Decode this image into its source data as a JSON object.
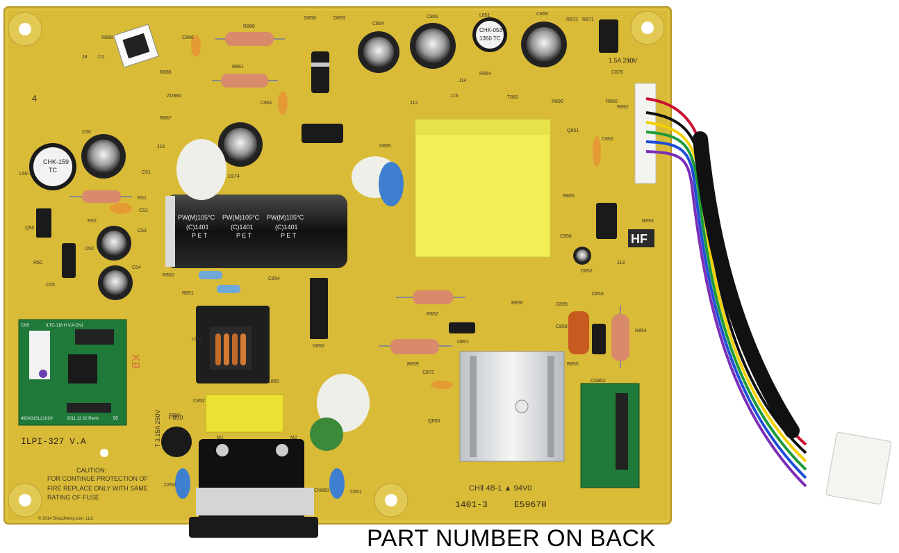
{
  "caption": "PART NUMBER ON BACK",
  "board": {
    "model": "ILPI-327 V.A",
    "corner_number": "4",
    "caution": [
      "CAUTION:",
      "FOR CONTINUE PROTECTION OF",
      "FIRE REPLACE ONLY WITH SAME",
      "RATING OF FUSE"
    ],
    "copyright": "© 2014 ShopJimmy.com, LLC",
    "cert_line": "CHⅡ 4B-1 ▲ 94V0",
    "date_code": "1401-3",
    "ul_file": "E59670",
    "hf_mark": "HF",
    "fuse_rating": "T 3.15A 250V",
    "fuse_label": "F850",
    "fuse_top": "1.5A 250V",
    "kb_mark": "KB",
    "cap_text": [
      "PW(M)105°C",
      "(C)1401",
      "P E T"
    ],
    "chokes": [
      {
        "line1": "CHK-053",
        "line2": "1350 TC"
      },
      {
        "line1": "CHK-159",
        "line2": "TC"
      }
    ],
    "daughter_board": {
      "title": "ILTC-118 H V.A CN1",
      "code": "492A01SL2101H",
      "date": "2011.12.02 RevA",
      "page": "16",
      "cn_label": "CN5"
    },
    "small_board_label": "CN852",
    "labels": [
      "D858",
      "D859",
      "C864",
      "C865",
      "L851",
      "C868",
      "R872",
      "R871",
      "J17",
      "R888",
      "C866",
      "R866",
      "R861",
      "R886",
      "ZD880",
      "R887",
      "C861",
      "J14",
      "J15",
      "T850",
      "R864",
      "C876",
      "R890",
      "R860",
      "R892",
      "J8",
      "J11",
      "C50",
      "L50-1",
      "C51",
      "R51",
      "C52",
      "R52",
      "J16",
      "C874",
      "D855",
      "Q50",
      "D50",
      "R50",
      "C55",
      "C53",
      "C54",
      "R850",
      "R851",
      "C854",
      "R852",
      "R856",
      "C899",
      "D852",
      "J13",
      "C856",
      "R865",
      "R893",
      "Q851",
      "D853",
      "C858",
      "R854",
      "D851",
      "R859",
      "C872",
      "R855",
      "Q850",
      "L852",
      "D850",
      "L850",
      "C852",
      "F850",
      "M1",
      "M2",
      "CN850",
      "C850",
      "C851",
      "C862",
      "J12"
    ]
  },
  "colors": {
    "pcb": "#d8b935",
    "transformer": "#f1ee58",
    "small_board": "#1f7a3a",
    "wire_colors": [
      "#c8102e",
      "#101010",
      "#f2d000",
      "#1d9a3a",
      "#1f4fd6",
      "#7b2fb8",
      "#7a7a7a",
      "#f0f0f0"
    ]
  }
}
